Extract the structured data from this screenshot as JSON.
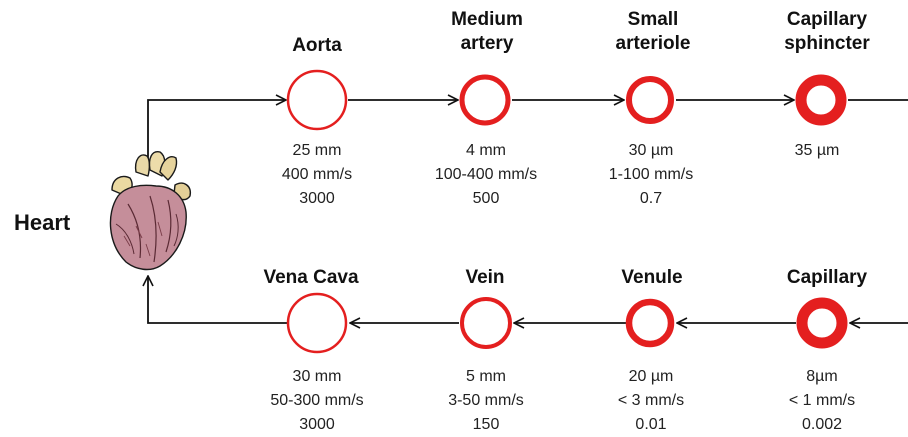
{
  "heart": {
    "label": "Heart"
  },
  "colors": {
    "vessel_ring": "#e41f1f",
    "line": "#111111"
  },
  "top_row": [
    {
      "name": "Aorta",
      "diameter": "25 mm",
      "velocity": "400 mm/s",
      "number": "3000"
    },
    {
      "name_line1": "Medium",
      "name_line2": "artery",
      "diameter": "4 mm",
      "velocity": "100-400 mm/s",
      "number": "500"
    },
    {
      "name_line1": "Small",
      "name_line2": "arteriole",
      "diameter": "30 µm",
      "velocity": "1-100 mm/s",
      "number": "0.7"
    },
    {
      "name_line1": "Capillary",
      "name_line2": "sphincter",
      "diameter": "35 µm"
    }
  ],
  "bottom_row": [
    {
      "name": "Vena Cava",
      "diameter": "30 mm",
      "velocity": "50-300 mm/s",
      "number": "3000"
    },
    {
      "name": "Vein",
      "diameter": "5 mm",
      "velocity": "3-50 mm/s",
      "number": "150"
    },
    {
      "name": "Venule",
      "diameter": "20 µm",
      "velocity": "< 3 mm/s",
      "number": "0.01"
    },
    {
      "name": "Capillary",
      "diameter": "8µm",
      "velocity": "< 1 mm/s",
      "number": "0.002"
    }
  ]
}
